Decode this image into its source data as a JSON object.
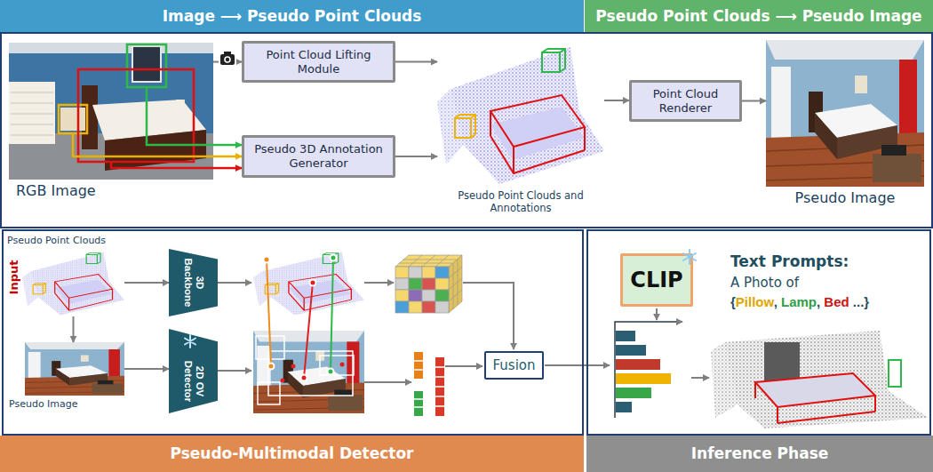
{
  "diagram": {
    "nodes": [
      {
        "text": [
          "Image ⟶ Pseudo Point Clouds"
        ]
      },
      {
        "text": [
          "Pseudo Point Clouds ⟶ Pseudo Image"
        ]
      },
      {
        "text": [
          "RGB Image"
        ]
      },
      {
        "text": [
          "Point Cloud Lifting Module"
        ]
      },
      {
        "text": [
          "Pseudo 3D Annotation Generator"
        ]
      },
      {
        "text": [
          "Pseudo Point Clouds and Annotations"
        ]
      },
      {
        "text": [
          "Point Cloud Renderer"
        ]
      },
      {
        "text": [
          "Pseudo Image"
        ]
      },
      {
        "text": [
          "Pseudo-Multimodal Detector"
        ]
      },
      {
        "text": [
          "Pseudo Point Clouds"
        ],
        "in": 8
      },
      {
        "text": [
          "3D Backbone"
        ],
        "in": 8
      },
      {
        "text": [
          "Pseudo Image"
        ],
        "in": 8
      },
      {
        "text": [
          "2D OV Detector"
        ],
        "in": 8
      },
      {
        "text": [
          "Fusion"
        ],
        "in": 8
      },
      {
        "text": [
          "Inference Phase"
        ]
      },
      {
        "text": [
          "CLIP"
        ],
        "in": 14
      }
    ],
    "edges": [
      {
        "from": 2,
        "to": 3,
        "arrow": "to"
      },
      {
        "from": 2,
        "to": 4,
        "arrow": "to"
      },
      {
        "from": 2,
        "to": 4,
        "arrow": "to"
      },
      {
        "from": 2,
        "to": 4,
        "arrow": "to"
      },
      {
        "from": 3,
        "to": 5,
        "arrow": "to"
      },
      {
        "from": 4,
        "to": 5,
        "arrow": "to"
      },
      {
        "from": 5,
        "to": 6,
        "arrow": "to"
      },
      {
        "from": 6,
        "to": 7,
        "arrow": "to"
      },
      {
        "from": 9,
        "to": 10,
        "arrow": "to"
      },
      {
        "from": 9,
        "to": 11,
        "arrow": "to"
      },
      {
        "from": 11,
        "to": 12,
        "arrow": "to"
      }
    ],
    "labels": [
      "Input",
      "Text Prompts:",
      "A Photo of",
      "{Pillow, Lamp, Bed ...}"
    ]
  }
}
